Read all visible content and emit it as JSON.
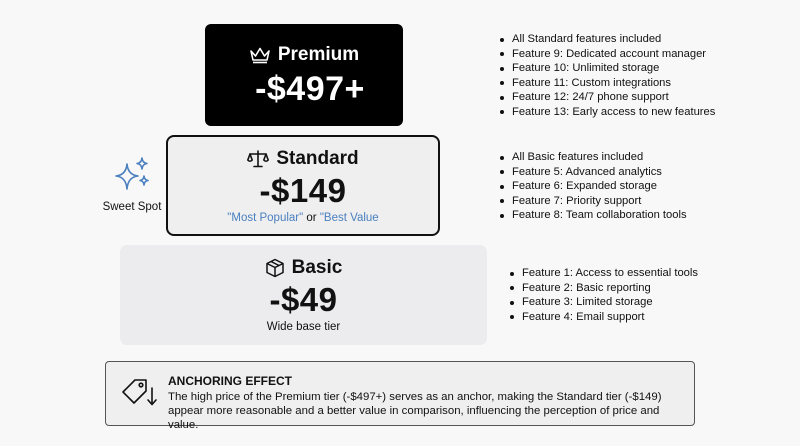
{
  "premium": {
    "name": "Premium",
    "price": "-$497+",
    "icon": "crown-icon",
    "features": [
      "All Standard features included",
      "Feature 9: Dedicated account manager",
      "Feature 10: Unlimited storage",
      "Feature 11: Custom integrations",
      "Feature 12: 24/7 phone support",
      "Feature 13: Early access to new features"
    ]
  },
  "standard": {
    "name": "Standard",
    "price": "-$149",
    "icon": "scale-icon",
    "label_most_popular": "\"Most Popular\"",
    "label_or": " or ",
    "label_best_value": "\"Best Value",
    "features": [
      "All Basic features included",
      "Feature 5: Advanced analytics",
      "Feature 6: Expanded storage",
      "Feature 7: Priority support",
      "Feature 8: Team collaboration tools"
    ]
  },
  "basic": {
    "name": "Basic",
    "price": "-$49",
    "subtitle": "Wide base tier",
    "icon": "box-icon",
    "features": [
      "Feature 1: Access to essential tools",
      "Feature 2: Basic reporting",
      "Feature 3: Limited storage",
      "Feature 4: Email support"
    ]
  },
  "sweet_spot": {
    "label": "Sweet Spot",
    "icon": "sparkle-icon"
  },
  "anchoring": {
    "title": "ANCHORING EFFECT",
    "text": "The high price of the Premium tier (-$497+) serves as an anchor, making the Standard tier (-$149) appear more reasonable and a better value in comparison, influencing the perception of price and value.",
    "icon": "price-tag-down-icon"
  },
  "colors": {
    "premium_bg": "#000000",
    "standard_bg": "#efefef",
    "basic_bg": "#ececee",
    "accent_blue": "#4a7fc0"
  }
}
